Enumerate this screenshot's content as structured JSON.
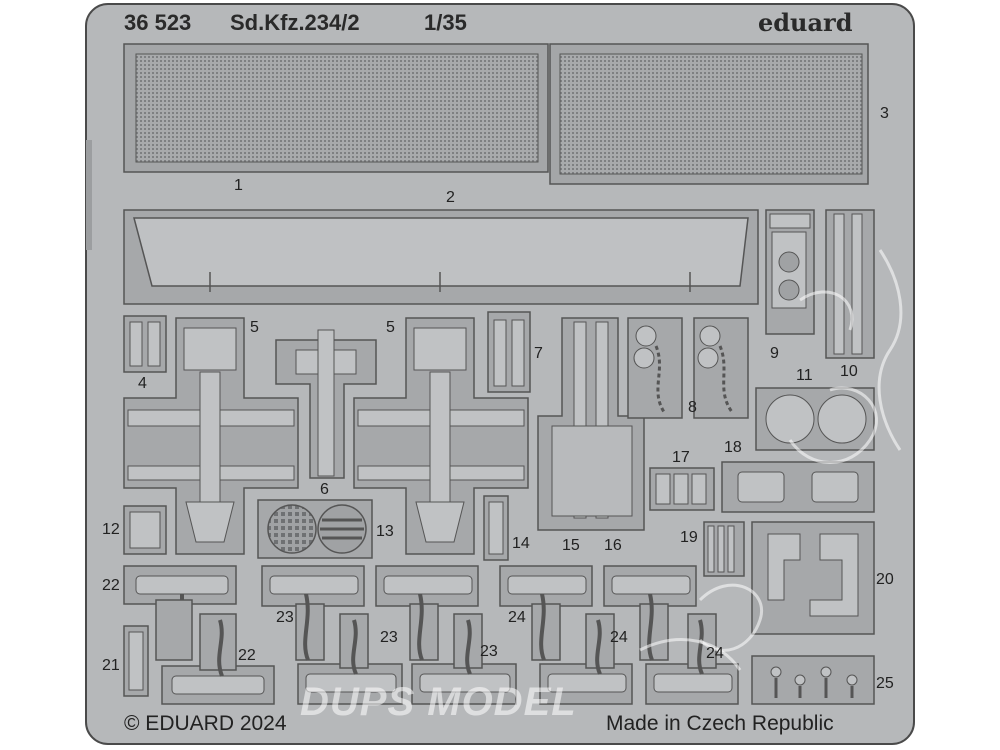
{
  "header": {
    "kit_number": "36 523",
    "kit_name": "Sd.Kfz.234/2",
    "scale": "1/35",
    "brand": "eduard"
  },
  "footer": {
    "copyright": "© EDUARD 2024",
    "origin": "Made in Czech Republic"
  },
  "watermark": "DUPS MODEL",
  "part_labels": [
    "1",
    "2",
    "3",
    "4",
    "5",
    "5",
    "6",
    "7",
    "8",
    "9",
    "10",
    "11",
    "12",
    "13",
    "14",
    "15",
    "16",
    "17",
    "18",
    "19",
    "20",
    "21",
    "22",
    "22",
    "23",
    "23",
    "23",
    "24",
    "24",
    "24",
    "25"
  ],
  "colors": {
    "fret": "#b4b6b8",
    "fret_edge": "#4a4a4a",
    "part": "#a6a8aa",
    "mesh": "#8e9092"
  }
}
